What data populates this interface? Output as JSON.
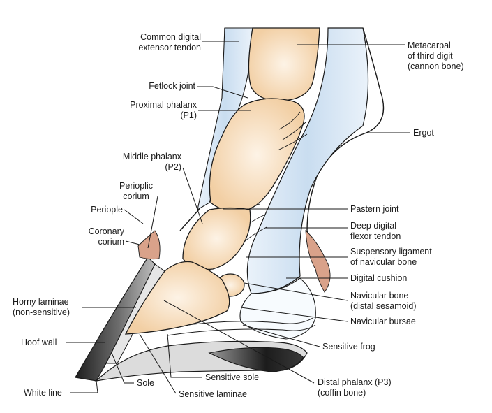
{
  "colors": {
    "bone": "#f4d4ad",
    "bone_highlight": "#fbf0e2",
    "tendon_blue": "#d6e6f4",
    "tendon_deep": "#b9d2eb",
    "hoof_dark": "#2e2e2e",
    "hoof_mid": "#8a8a8a",
    "sole_gray": "#d8d8d8",
    "frog_dark": "#222222",
    "corium_pink": "#d9a28a",
    "outline": "#1a1a1a"
  },
  "labels": {
    "common_digital_extensor": [
      "Common digital",
      "extensor tendon"
    ],
    "metacarpal": [
      "Metacarpal",
      "of third digit",
      "(cannon bone)"
    ],
    "fetlock_joint": [
      "Fetlock joint"
    ],
    "proximal_phalanx": [
      "Proximal phalanx",
      "(P1)"
    ],
    "ergot": [
      "Ergot"
    ],
    "middle_phalanx": [
      "Middle phalanx",
      "(P2)"
    ],
    "perioplic_corium": [
      "Perioplic",
      "corium"
    ],
    "periople": [
      "Periople"
    ],
    "coronary_corium": [
      "Coronary",
      "corium"
    ],
    "pastern_joint": [
      "Pastern joint"
    ],
    "deep_digital_flexor": [
      "Deep digital",
      "flexor tendon"
    ],
    "suspensory_ligament": [
      "Suspensory ligament",
      "of navicular bone"
    ],
    "digital_cushion": [
      "Digital cushion"
    ],
    "navicular_bone": [
      "Navicular bone",
      "(distal sesamoid)"
    ],
    "horny_laminae": [
      "Horny laminae",
      "(non-sensitive)"
    ],
    "navicular_bursae": [
      "Navicular bursae"
    ],
    "sensitive_frog": [
      "Sensitive frog"
    ],
    "hoof_wall": [
      "Hoof wall"
    ],
    "sensitive_sole": [
      "Sensitive sole"
    ],
    "distal_phalanx": [
      "Distal phalanx (P3)",
      "(coffin bone)"
    ],
    "sole": [
      "Sole"
    ],
    "white_line": [
      "White line"
    ],
    "sensitive_laminae": [
      "Sensitive laminae"
    ]
  }
}
